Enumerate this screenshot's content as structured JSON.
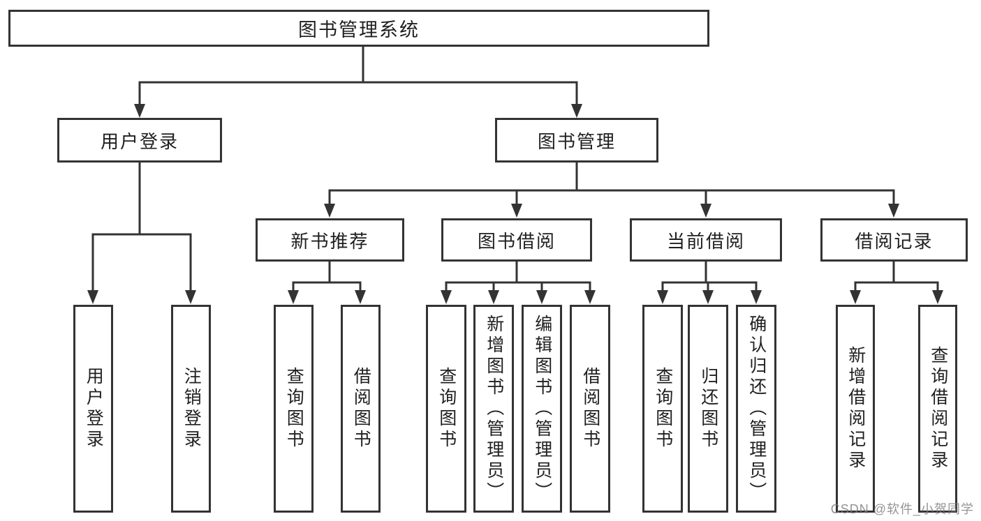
{
  "title": "图书管理系统",
  "level2": {
    "user_login": "用户登录",
    "book_management": "图书管理"
  },
  "level3": {
    "new_book": "新书推荐",
    "borrow": "图书借阅",
    "current": "当前借阅",
    "records": "借阅记录"
  },
  "leaves": {
    "user_login": [
      "用户登录",
      "注销登录"
    ],
    "new_book": [
      "查询图书",
      "借阅图书"
    ],
    "borrow": [
      "查询图书",
      "新增图书（管理员）",
      "编辑图书（管理员）",
      "借阅图书"
    ],
    "current": [
      "查询图书",
      "归还图书",
      "确认归还（管理员）"
    ],
    "records": [
      "新增借阅记录",
      "查询借阅记录"
    ]
  },
  "watermark": "CSDN @软件_小贺同学",
  "colors": {
    "line": "#333333",
    "text": "#1f1f1f",
    "watermark": "#7d7d7d"
  }
}
